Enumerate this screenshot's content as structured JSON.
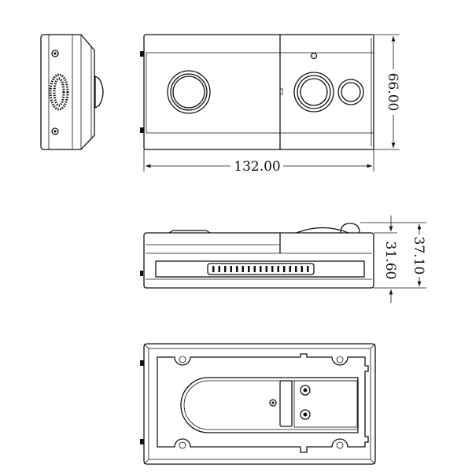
{
  "dimensions": {
    "width": "132.00",
    "height": "66.00",
    "depth_body": "31.60",
    "depth_total": "37.10"
  },
  "colors": {
    "line": "#111111",
    "background": "#ffffff"
  }
}
